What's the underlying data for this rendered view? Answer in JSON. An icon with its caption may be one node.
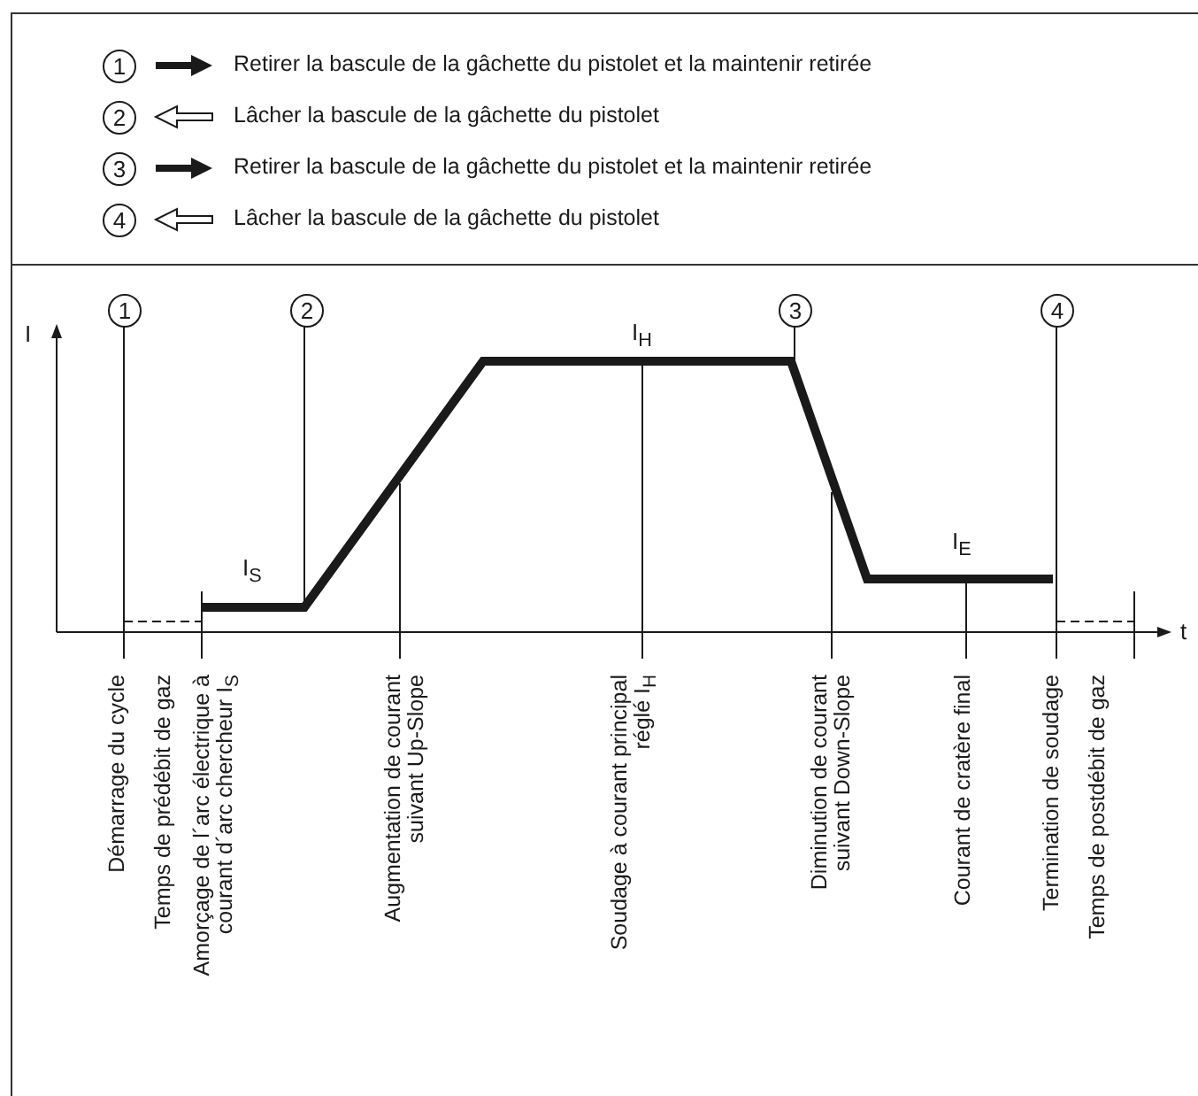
{
  "diagram": {
    "labels": [
      "1",
      "2",
      "3",
      "4",
      "1",
      "2",
      "3",
      "4",
      "I",
      "I$_{H}$",
      "I$_{S}$",
      "I$_{E}$",
      "t",
      "Démarrage du cycle",
      "Temps de prédébit de gaz",
      "Amorçage de l´arc électrique à courant d´arc chercheur I$_{S}$",
      "Augmentation de courant suivant Up-Slope",
      "Soudage à courant principal réglé I$_{H}$",
      "Diminution de courant suivant Down-Slope",
      "Courant de cratère final",
      "Termination de soudage",
      "Temps de postdébit de gaz"
    ],
    "legend": [
      {
        "text": "Retirer la bascule de la gâchette du pistolet et la maintenir retirée"
      },
      {
        "text": "Lâcher la bascule de la gâchette du pistolet"
      },
      {
        "text": "Retirer la bascule de la gâchette du pistolet et la maintenir retirée"
      },
      {
        "text": "Lâcher la bascule de la gâchette du pistolet"
      }
    ]
  }
}
